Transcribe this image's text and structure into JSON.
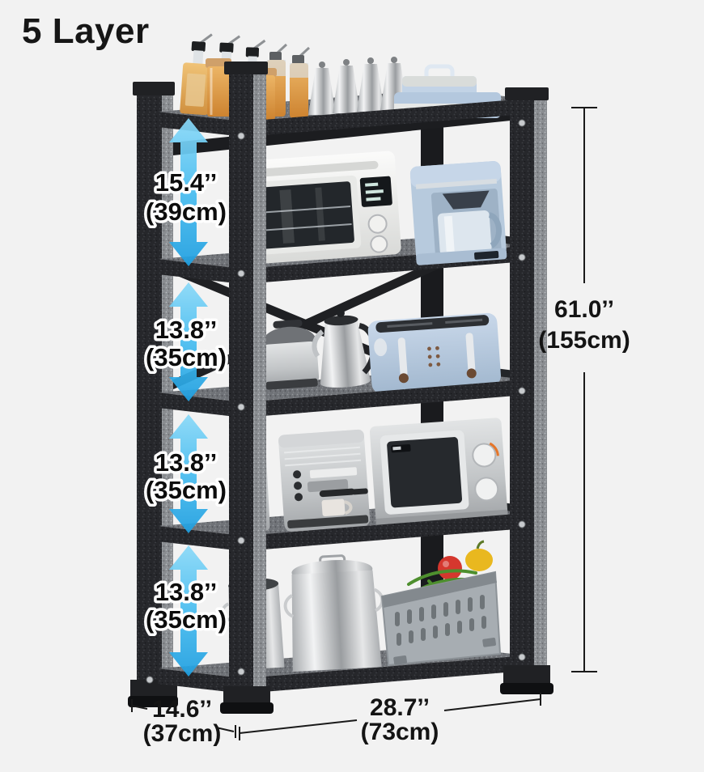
{
  "title": "5 Layer",
  "annotations": {
    "shelf_gaps": [
      {
        "inches": "15.4’’",
        "cm": "(39cm)"
      },
      {
        "inches": "13.8’’",
        "cm": "(35cm)"
      },
      {
        "inches": "13.8’’",
        "cm": "(35cm)"
      },
      {
        "inches": "13.8’’",
        "cm": "(35cm)"
      }
    ],
    "total_height": {
      "inches": "61.0’’",
      "cm": "(155cm)"
    },
    "depth": {
      "inches": "14.6’’",
      "cm": "(37cm)"
    },
    "width": {
      "inches": "28.7’’",
      "cm": "(73cm)"
    }
  },
  "illustration": {
    "type": "product-photo",
    "product": "5-tier black metal kitchen storage shelf",
    "shelves": [
      {
        "level": 1,
        "items": [
          "oil bottles",
          "spice jars",
          "metal canisters",
          "blue storage boxes"
        ]
      },
      {
        "level": 2,
        "items": [
          "toaster oven",
          "coffee maker"
        ]
      },
      {
        "level": 3,
        "items": [
          "rice cooker",
          "kettle",
          "toaster"
        ]
      },
      {
        "level": 4,
        "items": [
          "storage canister",
          "espresso machine",
          "microwave"
        ]
      },
      {
        "level": 5,
        "items": [
          "stock pots",
          "vegetable basket"
        ]
      }
    ]
  },
  "colors": {
    "background": "#f2f2f2",
    "frame_dark": "#26272b",
    "frame_speckle": "#8a8d91",
    "arrow_blue_top": "#8ad9f8",
    "arrow_blue_bottom": "#1f9fe0",
    "label_text": "#0e0e0e"
  }
}
